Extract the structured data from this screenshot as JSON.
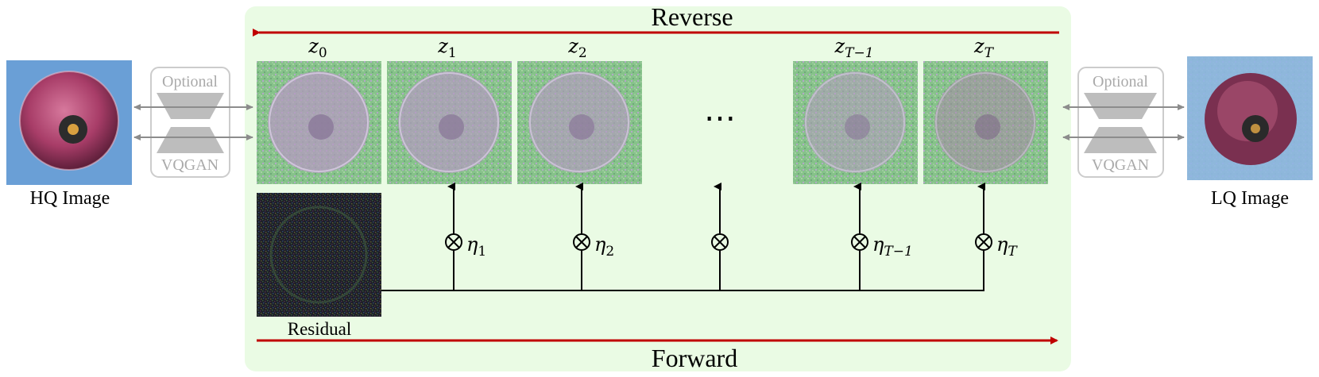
{
  "title_reverse": "Reverse",
  "title_forward": "Forward",
  "hq_label": "HQ Image",
  "lq_label": "LQ Image",
  "residual_label": "Residual",
  "vqgan_left": {
    "top": "Optional",
    "bottom": "VQGAN"
  },
  "vqgan_right": {
    "top": "Optional",
    "bottom": "VQGAN"
  },
  "latents": [
    {
      "base": "z",
      "sub": "0"
    },
    {
      "base": "z",
      "sub": "1"
    },
    {
      "base": "z",
      "sub": "2"
    },
    {
      "base": "z",
      "sub": "T−1"
    },
    {
      "base": "z",
      "sub": "T"
    }
  ],
  "etas": [
    {
      "base": "η",
      "sub": "1"
    },
    {
      "base": "η",
      "sub": "2"
    },
    {
      "base": "",
      "sub": ""
    },
    {
      "base": "η",
      "sub": "T−1"
    },
    {
      "base": "η",
      "sub": "T"
    }
  ],
  "ellipsis": "⋯",
  "multiply_symbol": "⊗",
  "colors": {
    "panel_bg": "#eafbe4",
    "red_arrow": "#c00000",
    "gray": "#8c8c8c",
    "latent_bg": "#7fbf86",
    "sky_hq": "#6a9fd6",
    "sky_lq": "#8fb6e6",
    "balloon": "#b04870"
  }
}
